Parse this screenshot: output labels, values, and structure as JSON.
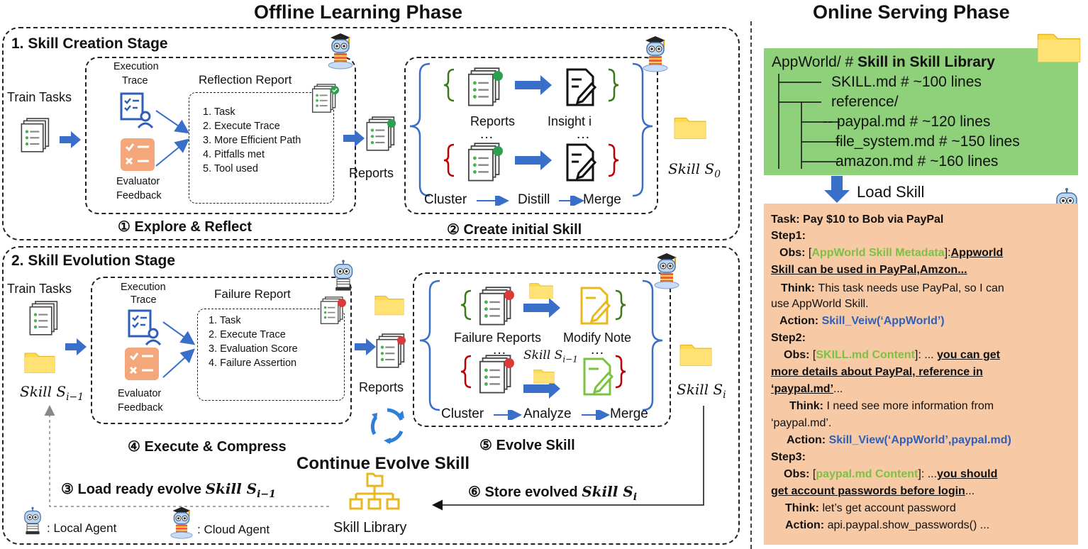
{
  "offline": {
    "title": "Offline Learning Phase",
    "creation": {
      "stage_title": "1. Skill Creation Stage",
      "train_tasks": "Train Tasks",
      "execution_trace": [
        "Execution",
        "Trace"
      ],
      "evaluator_feedback": [
        "Evaluator",
        "Feedback"
      ],
      "report_title": "Reflection Report",
      "report_items": [
        "1. Task",
        "2. Execute Trace",
        "3. More Efficient Path",
        "4. Pitfalls met",
        "5. Tool used"
      ],
      "reports": "Reports",
      "reports_small": "Reports",
      "insight": "Insight i",
      "dots": "…",
      "cluster": "Cluster",
      "distill": "Distill",
      "merge": "Merge",
      "skill_word": "Skill",
      "skill_sym": "S",
      "skill_sub": "0",
      "caption1": "① Explore & Reflect",
      "caption2": "② Create initial Skill"
    },
    "evolution": {
      "stage_title": "2. Skill Evolution Stage",
      "train_tasks": "Train Tasks",
      "execution_trace": [
        "Execution",
        "Trace"
      ],
      "evaluator_feedback": [
        "Evaluator",
        "Feedback"
      ],
      "report_title": "Failure Report",
      "report_items": [
        "1. Task",
        "2. Execute Trace",
        "3. Evaluation Score",
        "4. Failure Assertion"
      ],
      "reports": "Reports",
      "failure_reports": "Failure Reports",
      "modify_note": "Modify Note",
      "dots": "…",
      "cluster": "Cluster",
      "analyze": "Analyze",
      "merge": "Merge",
      "skill_word": "Skill",
      "skill_sym": "S",
      "sub_im1": "i−1",
      "sub_i": "i",
      "caption4": "④ Execute & Compress",
      "caption5": "⑤ Evolve Skill",
      "continue": "Continue Evolve Skill",
      "load_ready": "③ Load ready evolve",
      "store": "⑥ Store evolved",
      "skill_library": "Skill Library",
      "local_agent": ": Local Agent",
      "cloud_agent": ": Cloud Agent"
    }
  },
  "online": {
    "title": "Online Serving Phase",
    "tree": {
      "root": "AppWorld/ #",
      "root_bold": "Skill in Skill Library",
      "skill_md": "SKILL.md  # ~100 lines",
      "reference": "reference/",
      "paypal": "-- paypal.md      # ~120 lines",
      "file_system": "file_system.md   # ~150 lines",
      "amazon": "amazon.md        # ~160 lines"
    },
    "load_skill": "Load Skill",
    "trace": {
      "task": "Task: Pay $10 to Bob via PayPal",
      "step1": "Step1:",
      "obs_label": "Obs:",
      "obs1_tag": "AppWorld Skill Metadata",
      "obs1_text_a": "Appworld",
      "obs1_text_b": "Skill can be used in PayPal,Amzon...",
      "think_label": "Think:",
      "think1_a": "This task needs use PayPal, so I can",
      "think1_b": "use AppWorld Skill.",
      "action_label": "Action:",
      "action1": "Skill_Veiw(‘AppWorld’)",
      "step2": "Step2:",
      "obs2_tag": "SKILL.md Content",
      "obs2_a": "you can get",
      "obs2_b": "more details about PayPal, reference in",
      "obs2_c": "‘paypal.md’",
      "think2_a": "I need see more information from",
      "think2_b": "‘paypal.md’.",
      "action2": "Skill_View(‘AppWorld’,paypal.md)",
      "step3": "Step3:",
      "obs3_tag": "paypal.md Content",
      "obs3_a": "you should",
      "obs3_b": "get account passwords before login",
      "think3": "let’s get account password",
      "action3": "api.paypal.show_passwords() ..."
    }
  },
  "colors": {
    "arrow_blue": "#3a6fc9",
    "green_panel": "#8fd07a",
    "orange_panel": "#f7c9a4",
    "bracket_green": "#3a7a1a",
    "bracket_red": "#c00000",
    "folder_yellow": "#ffd94d"
  }
}
